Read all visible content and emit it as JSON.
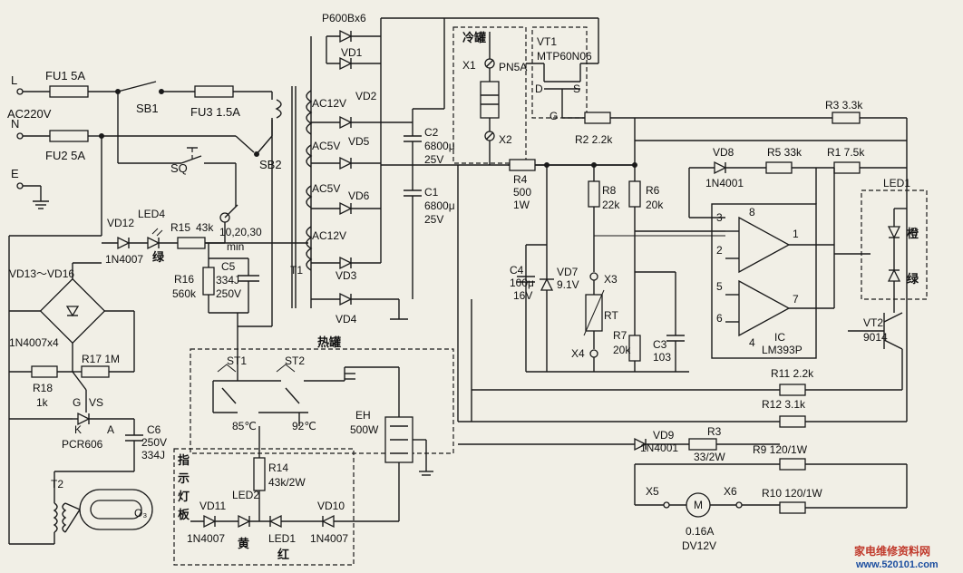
{
  "labels": {
    "L": "L",
    "N": "N",
    "E": "E",
    "ac220": "AC220V",
    "fu1": "FU1  5A",
    "fu2": "FU2  5A",
    "fu3": "FU3  1.5A",
    "sb1": "SB1",
    "sb2": "SB2",
    "sq": "SQ",
    "timer": "10,20,30",
    "min": "min",
    "vd12": "VD12",
    "led4": "LED4",
    "r15": "R15",
    "r15v": "43k",
    "in4007a": "1N4007",
    "green": "绿",
    "r16": "R16",
    "r16v": "560k",
    "c5": "C5",
    "c5v": "334J",
    "c5v2": "250V",
    "vd1316": "VD13～VD16",
    "in4007x4": "1N4007x4",
    "r17": "R17  1M",
    "r18": "R18",
    "r18v": "1k",
    "vs": "VS",
    "g": "G",
    "k": "K",
    "a": "A",
    "pcr": "PCR606",
    "c6": "C6",
    "c6v": "250V",
    "c6v2": "334J",
    "t2": "T2",
    "o3": "O₃",
    "p600": "P600Bx6",
    "vd1": "VD1",
    "vd2": "VD2",
    "vd3": "VD3",
    "vd4": "VD4",
    "vd5": "VD5",
    "vd6": "VD6",
    "ac12a": "AC12V",
    "ac5a": "AC5V",
    "ac5b": "AC5V",
    "ac12b": "AC12V",
    "t1": "T1",
    "c2": "C2",
    "c2v": "6800μ",
    "c2v2": "25V",
    "c1": "C1",
    "c1v": "6800μ",
    "c1v2": "25V",
    "cold": "冷罐",
    "x1": "X1",
    "pn5a": "PN5A",
    "x2": "X2",
    "vt1": "VT1",
    "mtp": "MTP60N06",
    "d": "D",
    "s": "S",
    "gg": "G",
    "r2": "R2  2.2k",
    "r3": "R3  3.3k",
    "r4": "R4",
    "r4v": "500",
    "r4v2": "1W",
    "c4": "C4",
    "c4v": "100μ",
    "c4v2": "16V",
    "vd7": "VD7",
    "vd7v": "9.1V",
    "r8": "R8",
    "r8v": "22k",
    "r6": "R6",
    "r6v": "20k",
    "x3": "X3",
    "rt": "RT",
    "x4": "X4",
    "r7": "R7",
    "r7v": "20k",
    "c3": "C3",
    "c3v": "103",
    "vd8": "VD8",
    "in4001a": "1N4001",
    "r5": "R5  33k",
    "r1": "R1  7.5k",
    "ic": "IC",
    "lm": "LM393P",
    "p3": "3",
    "p8": "8",
    "p2": "2",
    "p1": "1",
    "p5": "5",
    "p7": "7",
    "p6": "6",
    "p4": "4",
    "led1t": "LED1",
    "orange": "橙",
    "green2": "绿",
    "vt2": "VT2",
    "vt2v": "9014",
    "r11": "R11  2.2k",
    "r12": "R12  3.1k",
    "vd9": "VD9",
    "in4001b": "1N4001",
    "r3b": "R3",
    "r3bv": "33/2W",
    "r9": "R9  120/1W",
    "r10": "R10  120/1W",
    "x5": "X5",
    "x6": "X6",
    "m": "M",
    "mA": "0.16A",
    "mV": "DV12V",
    "hot": "热罐",
    "st1": "ST1",
    "st2": "ST2",
    "t85": "85℃",
    "t92": "92℃",
    "eh": "EH",
    "ehv": "500W",
    "r14": "R14",
    "r14v": "43k/2W",
    "panel": [
      "指",
      "示",
      "灯",
      "板"
    ],
    "vd11": "VD11",
    "in4007b": "1N4007",
    "led2": "LED2",
    "yellow": "黄",
    "led1b": "LED1",
    "red": "红",
    "vd10": "VD10",
    "in4007c": "1N4007",
    "wm1": "家电维修资料网",
    "wm2": "www.520101.com"
  },
  "colors": {
    "ink": "#1a1a1a",
    "paper": "#f1efe6",
    "watermark_red": "#c0392b",
    "watermark_blue": "#1d4fa0"
  }
}
